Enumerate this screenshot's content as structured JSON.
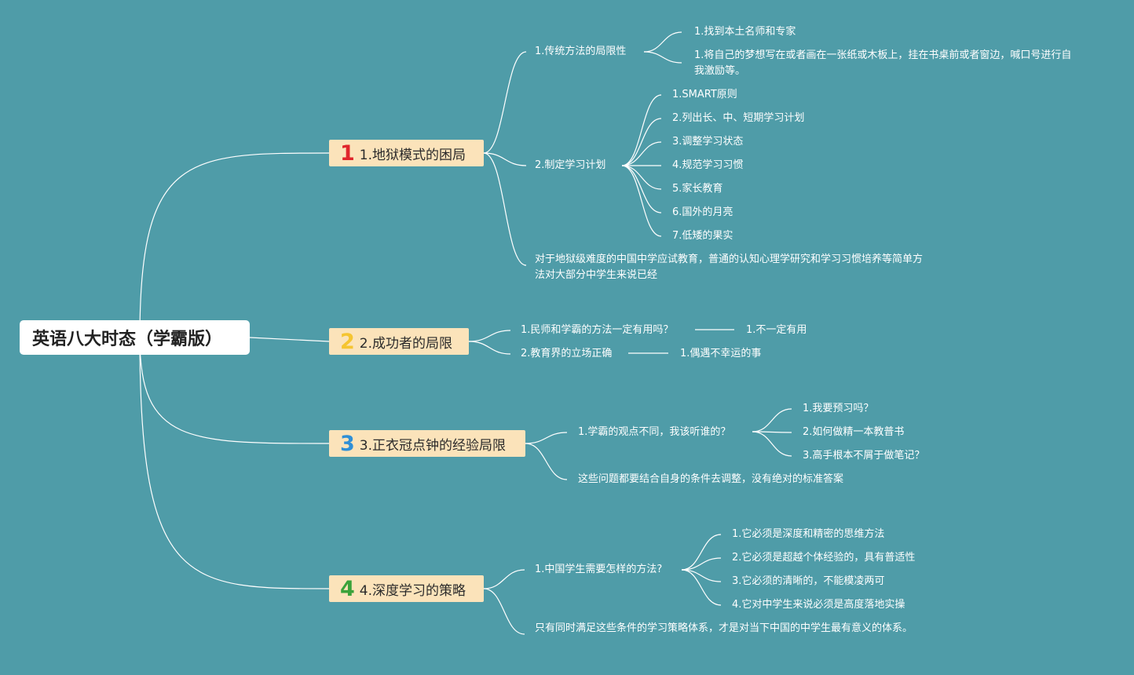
{
  "root": {
    "title": "英语八大时态（学霸版）"
  },
  "colors": {
    "background": "#4f9ca8",
    "branch_fill": "#fbe3ba",
    "line": "#ffffff",
    "num1": "#e0252b",
    "num2": "#f5c531",
    "num3": "#2f8fd6",
    "num4": "#3aa23a"
  },
  "branches": [
    {
      "num": "1",
      "label": "1.地狱模式的困局",
      "children": [
        {
          "text": "1.传统方法的局限性",
          "children": [
            {
              "text": "1.找到本土名师和专家"
            },
            {
              "text": "1.将自己的梦想写在或者画在一张纸或木板上，挂在书桌前或者窗边，喊口号进行自我激励等。"
            }
          ]
        },
        {
          "text": "2.制定学习计划",
          "children": [
            {
              "text": "1.SMART原则"
            },
            {
              "text": "2.列出长、中、短期学习计划"
            },
            {
              "text": "3.调整学习状态"
            },
            {
              "text": "4.规范学习习惯"
            },
            {
              "text": "5.家长教育"
            },
            {
              "text": "6.国外的月亮"
            },
            {
              "text": "7.低矮的果实"
            }
          ]
        },
        {
          "text": "对于地狱级难度的中国中学应试教育，普通的认知心理学研究和学习习惯培养等简单方法对大部分中学生来说已经"
        }
      ]
    },
    {
      "num": "2",
      "label": "2.成功者的局限",
      "children": [
        {
          "text": "1.民师和学霸的方法一定有用吗？",
          "children": [
            {
              "text": "1.不一定有用"
            }
          ]
        },
        {
          "text": "2.教育界的立场正确",
          "children": [
            {
              "text": "1.偶遇不幸运的事"
            }
          ]
        }
      ]
    },
    {
      "num": "3",
      "label": "3.正衣冠点钟的经验局限",
      "children": [
        {
          "text": "1.学霸的观点不同，我该听谁的？",
          "children": [
            {
              "text": "1.我要预习吗？"
            },
            {
              "text": "2.如何做精一本教普书"
            },
            {
              "text": "3.高手根本不屑于做笔记？"
            }
          ]
        },
        {
          "text": "这些问题都要结合自身的条件去调整，没有绝对的标准答案"
        }
      ]
    },
    {
      "num": "4",
      "label": "4.深度学习的策略",
      "children": [
        {
          "text": "1.中国学生需要怎样的方法?",
          "children": [
            {
              "text": "1.它必须是深度和精密的思维方法"
            },
            {
              "text": "2.它必须是超越个体经验的，具有普适性"
            },
            {
              "text": "3.它必须的清晰的，不能模凌两可"
            },
            {
              "text": "4.它对中学生来说必须是高度落地实操"
            }
          ]
        },
        {
          "text": "只有同时满足这些条件的学习策略体系，才是对当下中国的中学生最有意义的体系。"
        }
      ]
    }
  ]
}
